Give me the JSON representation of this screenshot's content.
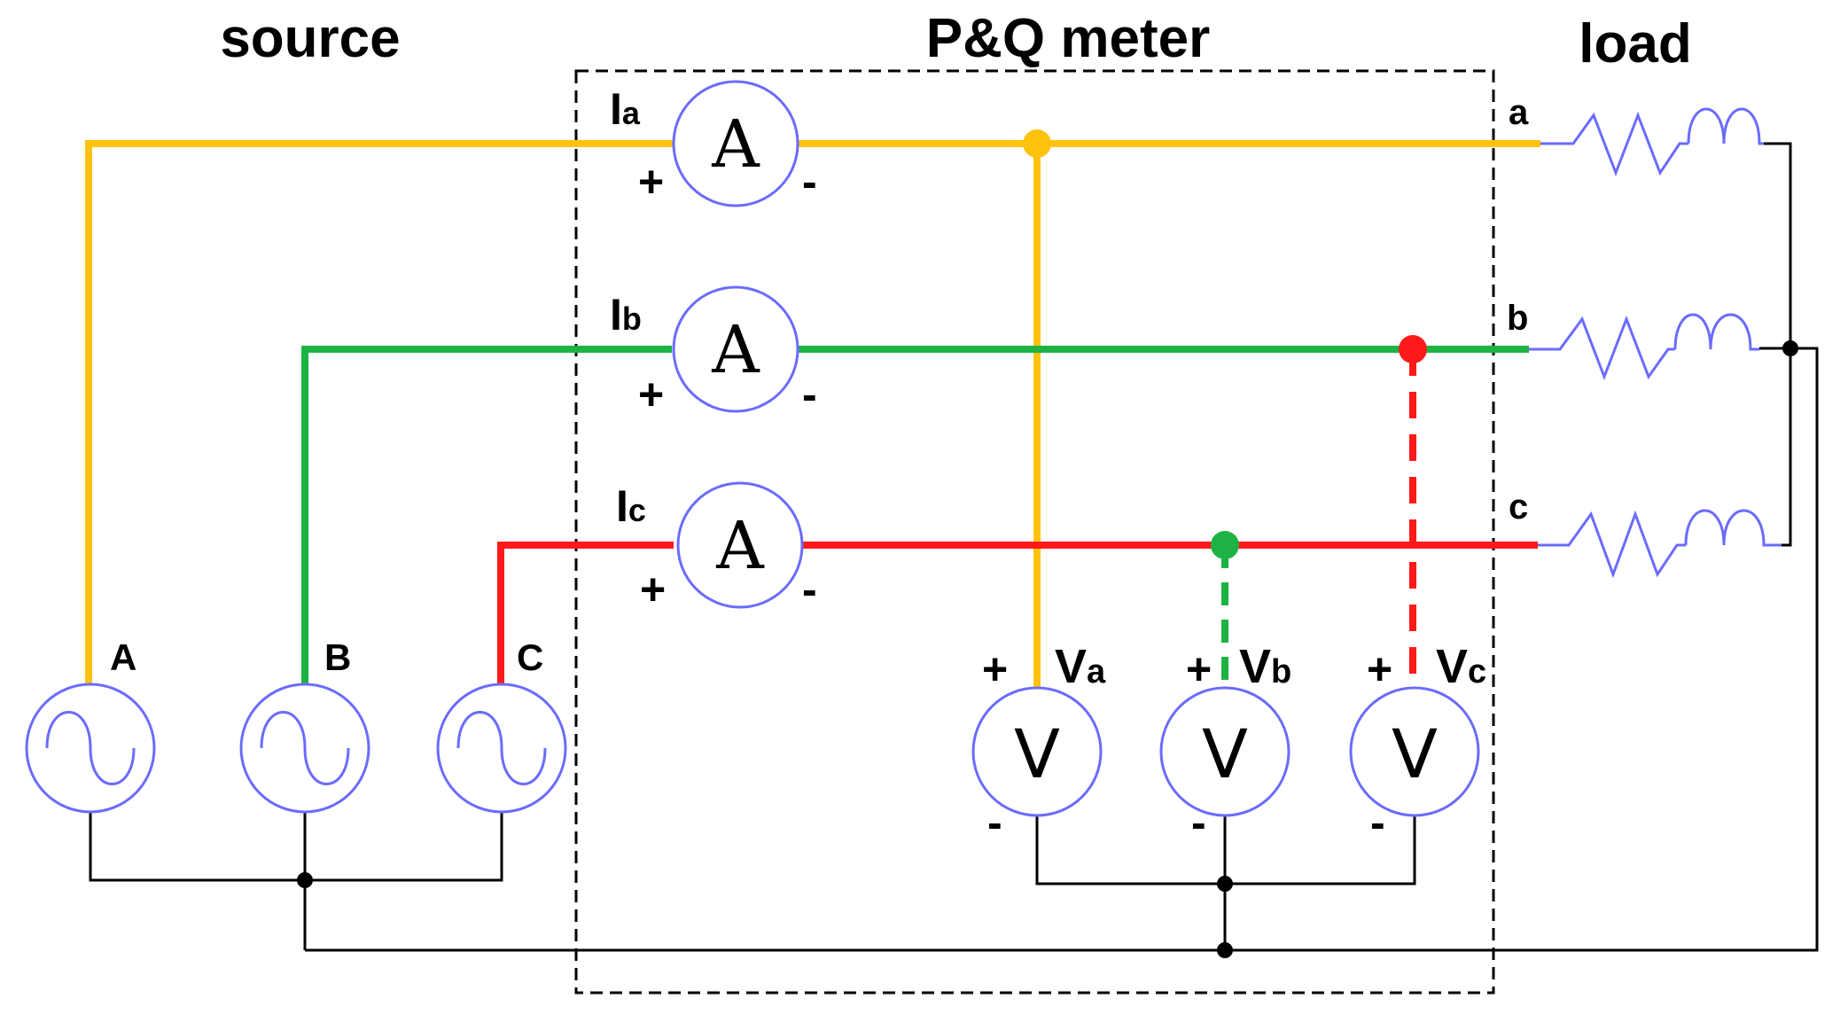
{
  "headings": {
    "source": "source",
    "meter": "P&Q meter",
    "load": "load"
  },
  "sources": [
    {
      "label": "A"
    },
    {
      "label": "B"
    },
    {
      "label": "C"
    }
  ],
  "ammeters": [
    {
      "current_main": "I",
      "current_sub": "a",
      "symbol": "A",
      "plus": "+",
      "minus": "-"
    },
    {
      "current_main": "I",
      "current_sub": "b",
      "symbol": "A",
      "plus": "+",
      "minus": "-"
    },
    {
      "current_main": "I",
      "current_sub": "c",
      "symbol": "A",
      "plus": "+",
      "minus": "-"
    }
  ],
  "voltmeters": [
    {
      "voltage_main": "V",
      "voltage_sub": "a",
      "symbol": "V",
      "plus": "+",
      "minus": "-"
    },
    {
      "voltage_main": "V",
      "voltage_sub": "b",
      "symbol": "V",
      "plus": "+",
      "minus": "-"
    },
    {
      "voltage_main": "V",
      "voltage_sub": "c",
      "symbol": "V",
      "plus": "+",
      "minus": "-"
    }
  ],
  "load_terminals": [
    "a",
    "b",
    "c"
  ],
  "colors": {
    "phase_a": "#FFC20E",
    "phase_b": "#1DB344",
    "phase_c": "#FF1A1A",
    "instrument_outline": "#6B6BFF",
    "neutral": "#000000"
  },
  "icons": {
    "source": "ac-voltage-source-icon",
    "ammeter": "ammeter-icon",
    "voltmeter": "voltmeter-icon",
    "load": "resistor-inductor-icon"
  }
}
